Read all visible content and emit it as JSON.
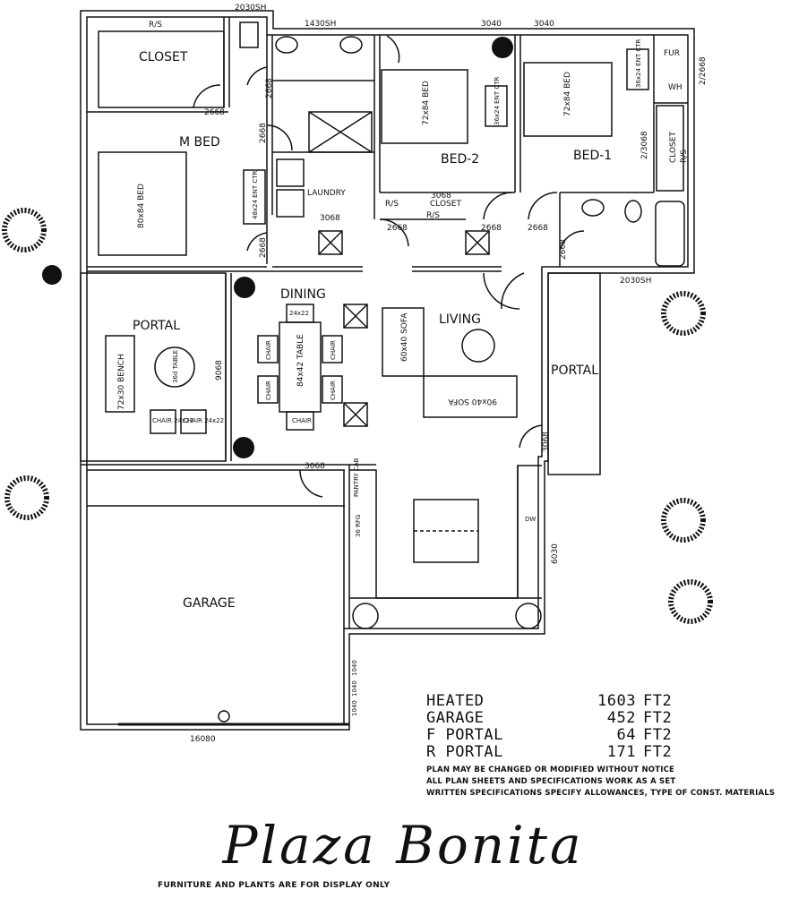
{
  "rooms": {
    "closet": "CLOSET",
    "master_bed": "M BED",
    "bed2": "BED-2",
    "bed1": "BED-1",
    "laundry": "LAUNDRY",
    "dining": "DINING",
    "living": "LIVING",
    "portal_west": "PORTAL",
    "portal_east": "PORTAL",
    "garage": "GARAGE",
    "hall_closet": "CLOSET",
    "bed1_closet": "CLOSET",
    "fur": "FUR",
    "wh": "WH"
  },
  "labels": {
    "rs_top": "R/S",
    "rs_hall1": "R/S",
    "rs_hall2": "R/S",
    "rs_bed1": "R/S",
    "win_2030_top": "2030SH",
    "win_1430": "1430SH",
    "win_3040_a": "3040",
    "win_3040_b": "3040",
    "win_2030_bath": "2030SH",
    "door_2668_closet": "2668",
    "door_2668_bath": "2668",
    "door_2668_mbed": "2668",
    "door_2668_mbed2": "2668",
    "door_2668_hall": "2668",
    "door_2668_bed2": "2668",
    "door_2668_bed1": "2668",
    "door_2668_bath2": "2668",
    "door_2668_corner": "2/2668",
    "door_3068_laundry": "3068",
    "door_3068_hall_closet": "3068",
    "door_3068_garage": "3068",
    "door_3068_portal": "3068",
    "door_2_3068": "2/3068",
    "win_9068": "9068",
    "win_6030": "6030",
    "garage_door": "16080",
    "door_1040a": "1040",
    "door_1040b": "1040",
    "door_1040c": "1040"
  },
  "furniture": {
    "mbed_bed": "80x84 BED",
    "bed2_bed": "72x84 BED",
    "bed1_bed": "72x84 BED",
    "ent_ctr_mbed": "48x24 ENT CTR",
    "ent_ctr_bed2": "36x24 ENT CTR",
    "ent_ctr_bed1": "36x24 ENT CTR",
    "bench": "72x30 BENCH",
    "portal_table": "36d TABLE",
    "portal_chair1": "CHAIR 24x22",
    "portal_chair2": "CHAIR 24x22",
    "dining_table": "84x42 TABLE",
    "chair": "CHAIR",
    "chair_size": "24x22",
    "sofa1": "60x40 SOFA",
    "sofa2": "90x40 SOFA",
    "pantry": "PANTRY CAB",
    "rfg": "36 RFG",
    "dw": "DW"
  },
  "areas": [
    {
      "label": "HEATED",
      "value": "1603",
      "unit": "FT2"
    },
    {
      "label": "GARAGE",
      "value": "452",
      "unit": "FT2"
    },
    {
      "label": "F PORTAL",
      "value": "64",
      "unit": "FT2"
    },
    {
      "label": "R PORTAL",
      "value": "171",
      "unit": "FT2"
    }
  ],
  "notes": [
    "PLAN MAY BE CHANGED OR MODIFIED WITHOUT NOTICE",
    "ALL PLAN SHEETS AND SPECIFICATIONS WORK AS A SET",
    "WRITTEN SPECIFICATIONS SPECIFY ALLOWANCES, TYPE OF CONST. MATERIALS"
  ],
  "title": "Plaza Bonita",
  "disclaimer": "FURNITURE AND PLANTS ARE FOR DISPLAY ONLY"
}
